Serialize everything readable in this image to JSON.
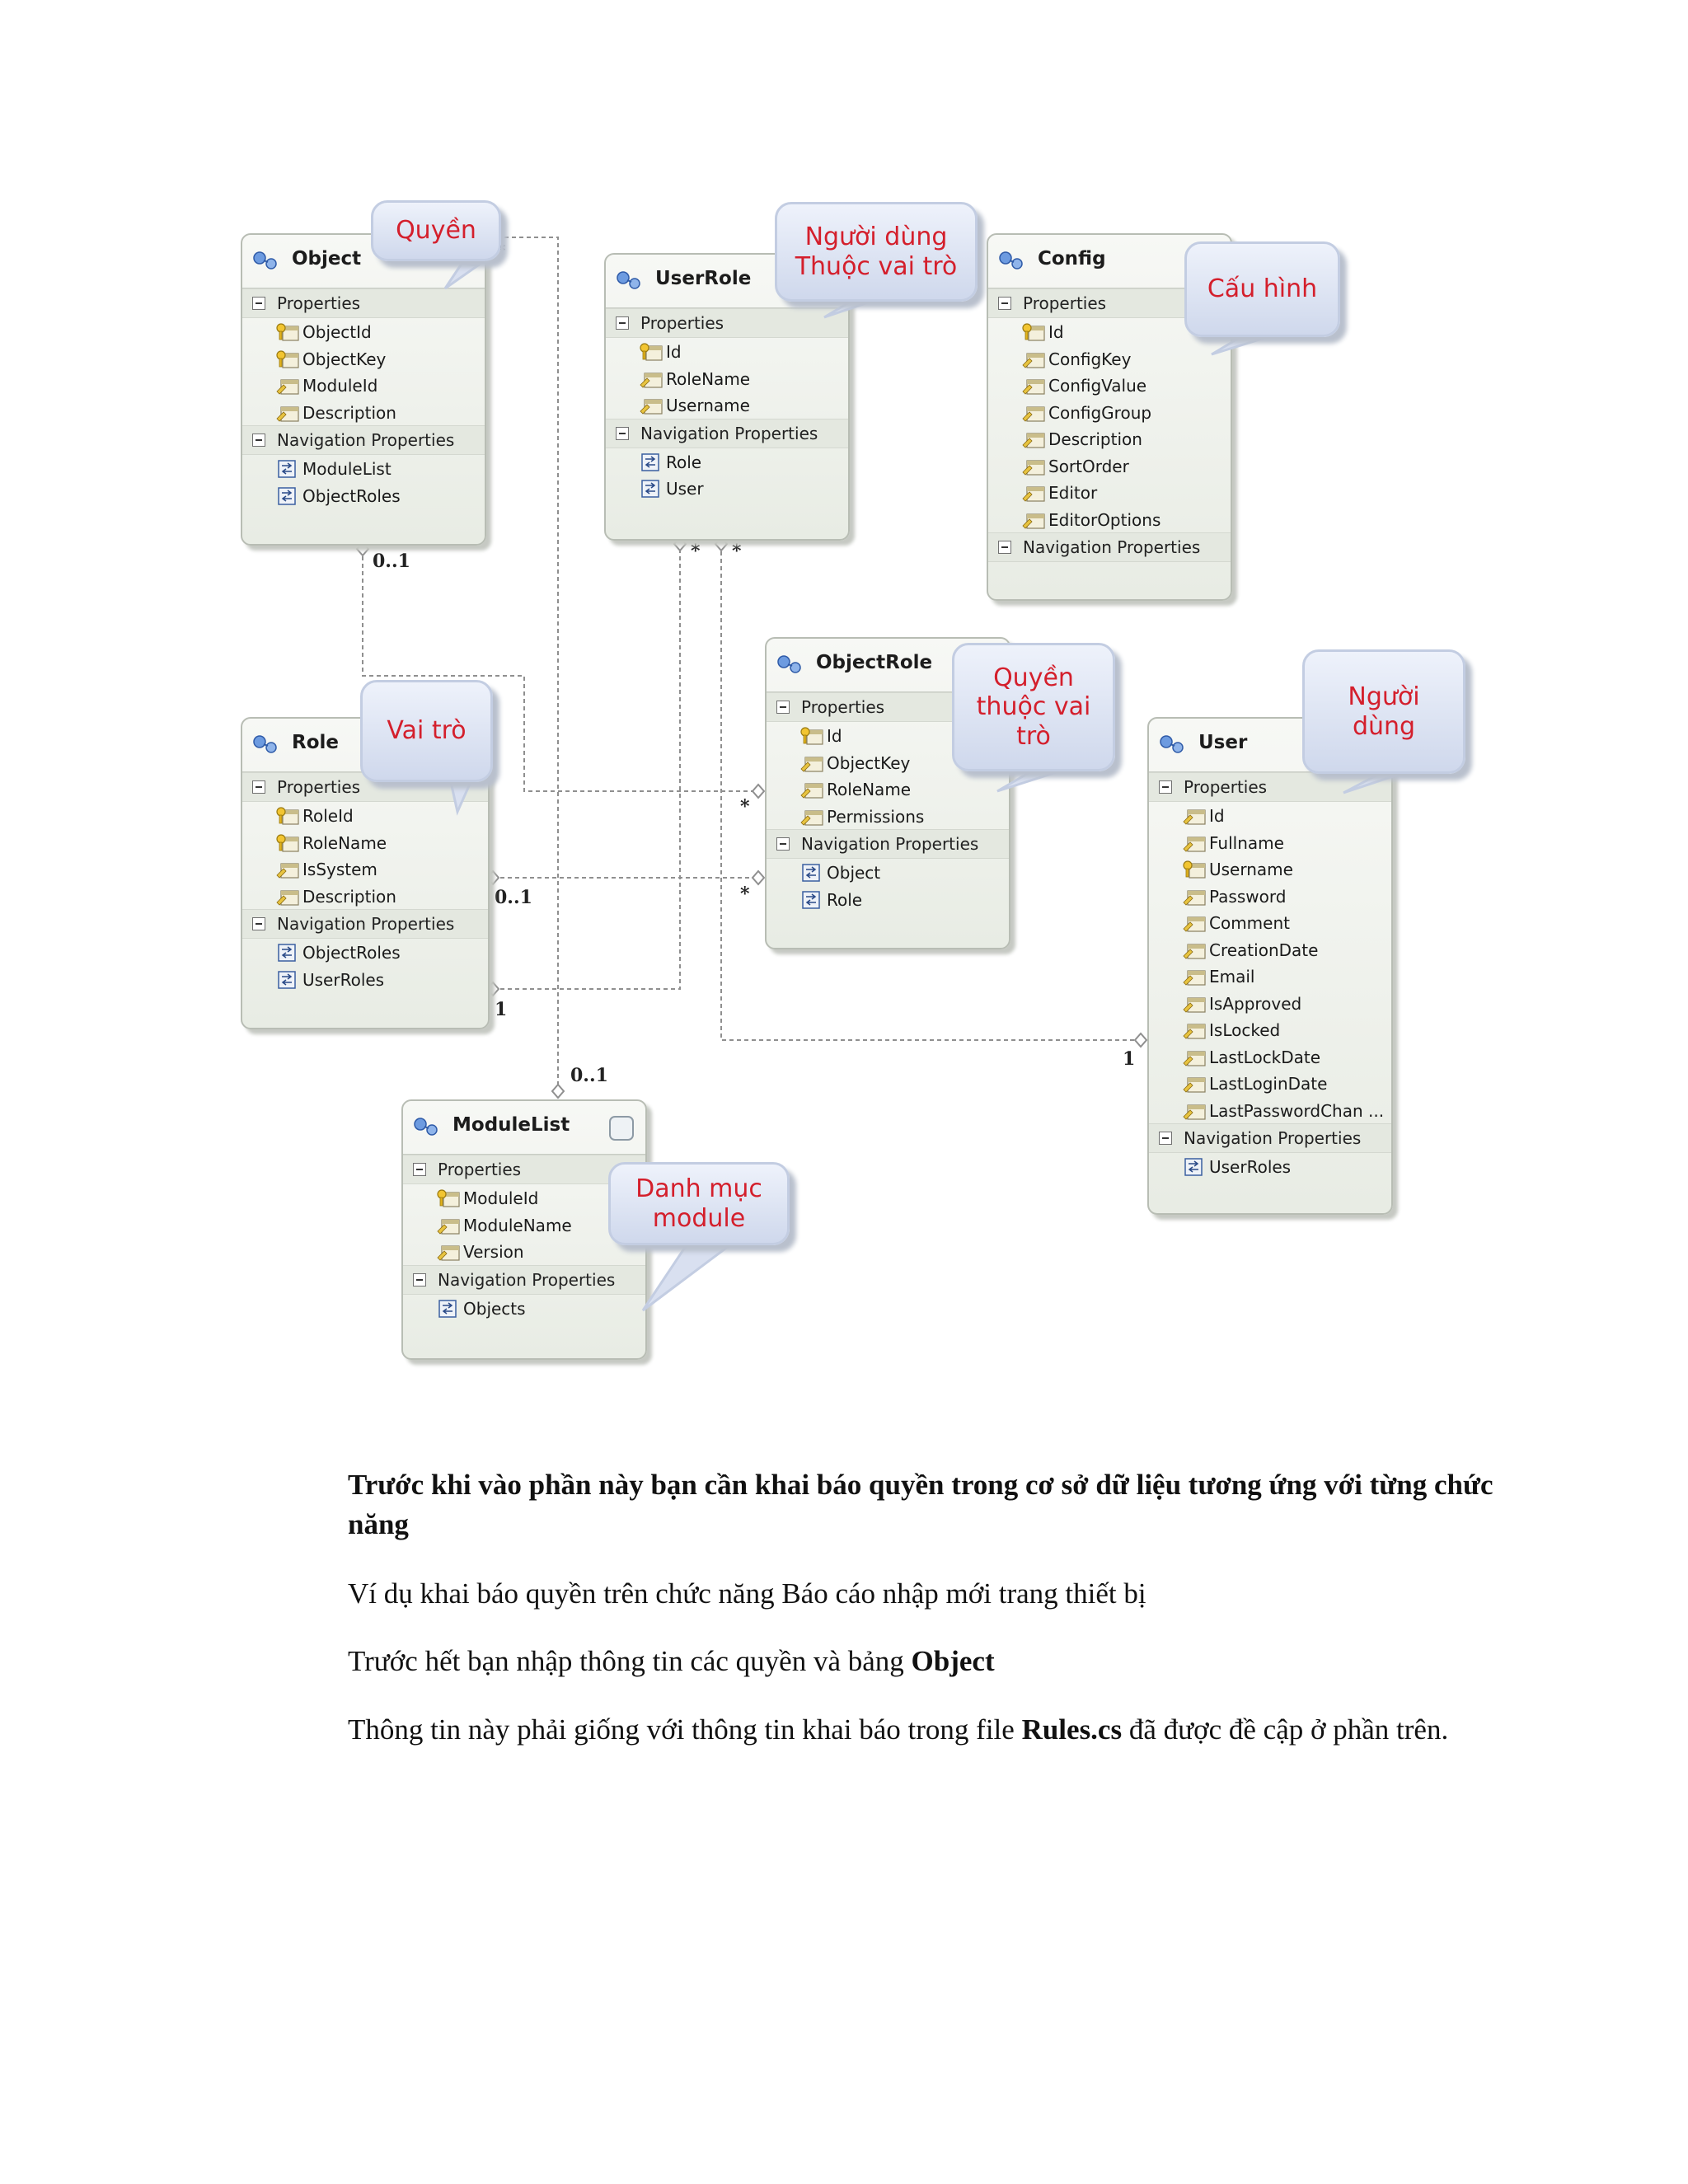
{
  "entities": {
    "object": {
      "title": "Object",
      "properties_label": "Properties",
      "properties": [
        {
          "name": "ObjectId",
          "icon": "key-property-icon"
        },
        {
          "name": "ObjectKey",
          "icon": "key-property-icon"
        },
        {
          "name": "ModuleId",
          "icon": "property-icon"
        },
        {
          "name": "Description",
          "icon": "property-icon"
        }
      ],
      "navigation_label": "Navigation Properties",
      "navigation": [
        "ModuleList",
        "ObjectRoles"
      ]
    },
    "userrole": {
      "title": "UserRole",
      "properties_label": "Properties",
      "properties": [
        {
          "name": "Id",
          "icon": "key-property-icon"
        },
        {
          "name": "RoleName",
          "icon": "property-icon"
        },
        {
          "name": "Username",
          "icon": "property-icon"
        }
      ],
      "navigation_label": "Navigation Properties",
      "navigation": [
        "Role",
        "User"
      ]
    },
    "config": {
      "title": "Config",
      "properties_label": "Properties",
      "properties": [
        {
          "name": "Id",
          "icon": "key-property-icon"
        },
        {
          "name": "ConfigKey",
          "icon": "property-icon"
        },
        {
          "name": "ConfigValue",
          "icon": "property-icon"
        },
        {
          "name": "ConfigGroup",
          "icon": "property-icon"
        },
        {
          "name": "Description",
          "icon": "property-icon"
        },
        {
          "name": "SortOrder",
          "icon": "property-icon"
        },
        {
          "name": "Editor",
          "icon": "property-icon"
        },
        {
          "name": "EditorOptions",
          "icon": "property-icon"
        }
      ],
      "navigation_label": "Navigation Properties",
      "navigation": []
    },
    "objectrole": {
      "title": "ObjectRole",
      "properties_label": "Properties",
      "properties": [
        {
          "name": "Id",
          "icon": "key-property-icon"
        },
        {
          "name": "ObjectKey",
          "icon": "property-icon"
        },
        {
          "name": "RoleName",
          "icon": "property-icon"
        },
        {
          "name": "Permissions",
          "icon": "property-icon"
        }
      ],
      "navigation_label": "Navigation Properties",
      "navigation": [
        "Object",
        "Role"
      ]
    },
    "role": {
      "title": "Role",
      "properties_label": "Properties",
      "properties": [
        {
          "name": "RoleId",
          "icon": "key-property-icon"
        },
        {
          "name": "RoleName",
          "icon": "key-property-icon"
        },
        {
          "name": "IsSystem",
          "icon": "property-icon"
        },
        {
          "name": "Description",
          "icon": "property-icon"
        }
      ],
      "navigation_label": "Navigation Properties",
      "navigation": [
        "ObjectRoles",
        "UserRoles"
      ]
    },
    "user": {
      "title": "User",
      "properties_label": "Properties",
      "properties": [
        {
          "name": "Id",
          "icon": "property-icon"
        },
        {
          "name": "Fullname",
          "icon": "property-icon"
        },
        {
          "name": "Username",
          "icon": "key-property-icon"
        },
        {
          "name": "Password",
          "icon": "property-icon"
        },
        {
          "name": "Comment",
          "icon": "property-icon"
        },
        {
          "name": "CreationDate",
          "icon": "property-icon"
        },
        {
          "name": "Email",
          "icon": "property-icon"
        },
        {
          "name": "IsApproved",
          "icon": "property-icon"
        },
        {
          "name": "IsLocked",
          "icon": "property-icon"
        },
        {
          "name": "LastLockDate",
          "icon": "property-icon"
        },
        {
          "name": "LastLoginDate",
          "icon": "property-icon"
        },
        {
          "name": "LastPasswordChan ...",
          "icon": "property-icon"
        }
      ],
      "navigation_label": "Navigation Properties",
      "navigation": [
        "UserRoles"
      ]
    },
    "modulelist": {
      "title": "ModuleList",
      "properties_label": "Properties",
      "properties": [
        {
          "name": "ModuleId",
          "icon": "key-property-icon"
        },
        {
          "name": "ModuleName",
          "icon": "property-icon"
        },
        {
          "name": "Version",
          "icon": "property-icon"
        }
      ],
      "navigation_label": "Navigation Properties",
      "navigation": [
        "Objects"
      ]
    }
  },
  "callouts": {
    "object": "Quyền",
    "userrole": "Người dùng\nThuộc vai trò",
    "config": "Cấu hình",
    "objectrole": "Quyền\nthuộc vai\ntrò",
    "user": "Người\ndùng",
    "role": "Vai trò",
    "modulelist": "Danh mục\nmodule"
  },
  "multiplicities": {
    "object_star": "*",
    "object_zero_one": "0..1",
    "userrole_star_left": "*",
    "userrole_star_right": "*",
    "objectrole_star_top": "*",
    "objectrole_star_bottom": "*",
    "role_zero_one": "0..1",
    "role_one": "1",
    "modulelist_zero_one": "0..1",
    "user_one": "1"
  },
  "document": {
    "heading": "Trước khi vào phần này bạn cần khai báo quyền trong cơ sở dữ liệu tương ứng với từng chức năng",
    "para1": "Ví dụ khai báo quyền trên chức năng Báo cáo nhập mới trang thiết bị",
    "para2_prefix": "Trước hết bạn nhập thông tin các quyền và bảng ",
    "para2_bold": "Object",
    "para3_prefix": "Thông tin này phải giống với thông tin khai báo trong file ",
    "para3_bold": "Rules.cs",
    "para3_suffix": " đã được đề cập ở phần trên."
  },
  "colors": {
    "callout_text": "#d41f2c",
    "connector": "#8a8a8a"
  }
}
